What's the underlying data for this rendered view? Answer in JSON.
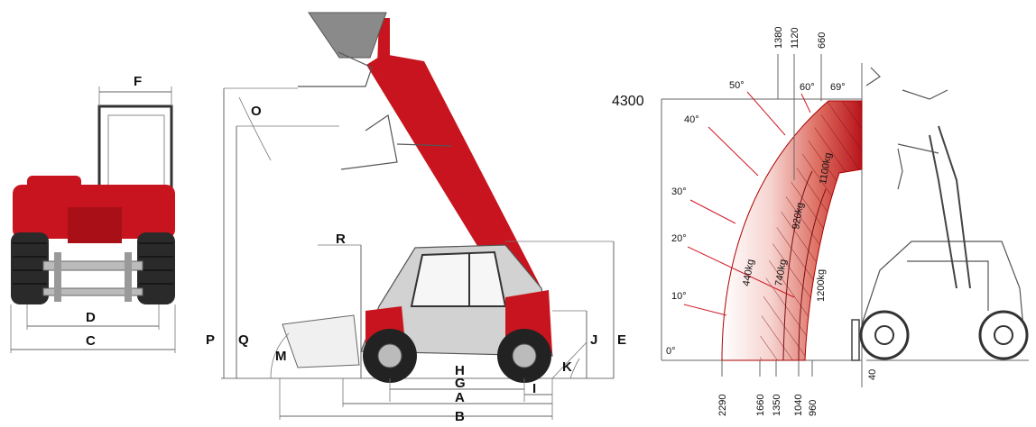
{
  "front_view": {
    "labels": {
      "width_top": "F",
      "track": "D",
      "overall_width": "C"
    }
  },
  "side_view": {
    "labels": {
      "dump_angle": "O",
      "reach_height": "R",
      "height_p": "P",
      "height_q": "Q",
      "rollback_angle": "M",
      "height_e": "E",
      "height_j": "J",
      "angle_k": "K",
      "wheelbase_h": "H",
      "length_g": "G",
      "length_i": "I",
      "length_a": "A",
      "length_b": "B"
    }
  },
  "load_chart": {
    "max_height": "4300",
    "top_distances": [
      "1380",
      "1120",
      "660"
    ],
    "bottom_distances": [
      "2290",
      "1660",
      "1350",
      "1040",
      "960"
    ],
    "offset": "40",
    "boom_angles": [
      "50°",
      "60°",
      "69°",
      "40°",
      "30°",
      "20°",
      "10°",
      "0°"
    ],
    "capacities": [
      "1100kg",
      "920kg",
      "740kg",
      "440kg",
      "1200kg"
    ]
  },
  "colors": {
    "machine_red": "#c8141e",
    "zone_light": "#f6d3cf",
    "zone_dark": "#b8141b"
  }
}
